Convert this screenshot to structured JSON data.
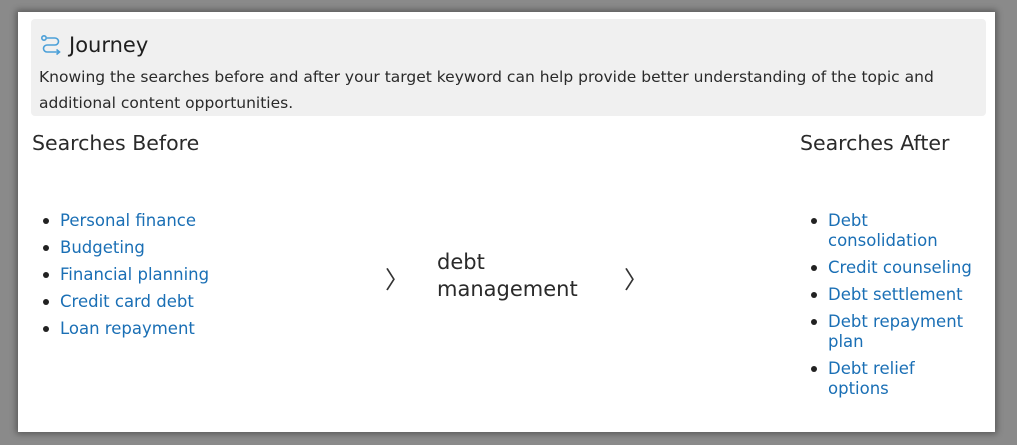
{
  "journey": {
    "title": "Journey",
    "description": "Knowing the searches before and after your target keyword can help provide better understanding of the topic and additional content opportunities."
  },
  "before": {
    "heading": "Searches Before",
    "items": [
      "Personal finance",
      "Budgeting",
      "Financial planning",
      "Credit card debt",
      "Loan repayment"
    ]
  },
  "keyword": "debt management",
  "after": {
    "heading": "Searches After",
    "items": [
      "Debt consolidation",
      "Credit counseling",
      "Debt settlement",
      "Debt repayment plan",
      "Debt relief options"
    ]
  },
  "icons": {
    "journey": "journey-route-icon",
    "arrow": "chevron-right-icon"
  },
  "colors": {
    "link": "#1a6fb5",
    "header_bg": "#f0f0f0",
    "icon": "#4a9fd8"
  }
}
